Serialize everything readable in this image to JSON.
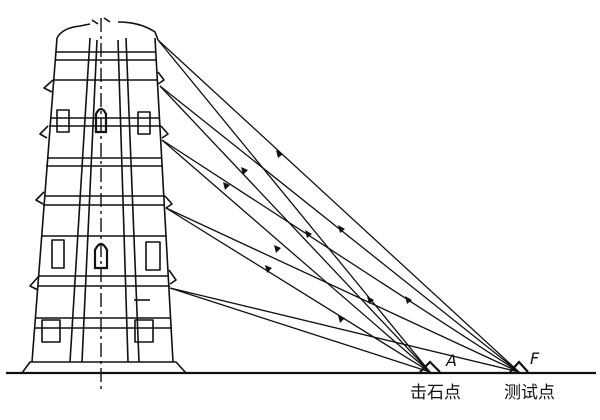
{
  "labels": {
    "point_a": "A",
    "point_f": "F",
    "strike_point": "击石点",
    "test_point": "测试点"
  },
  "colors": {
    "ink": "#111111",
    "background": "#ffffff"
  }
}
